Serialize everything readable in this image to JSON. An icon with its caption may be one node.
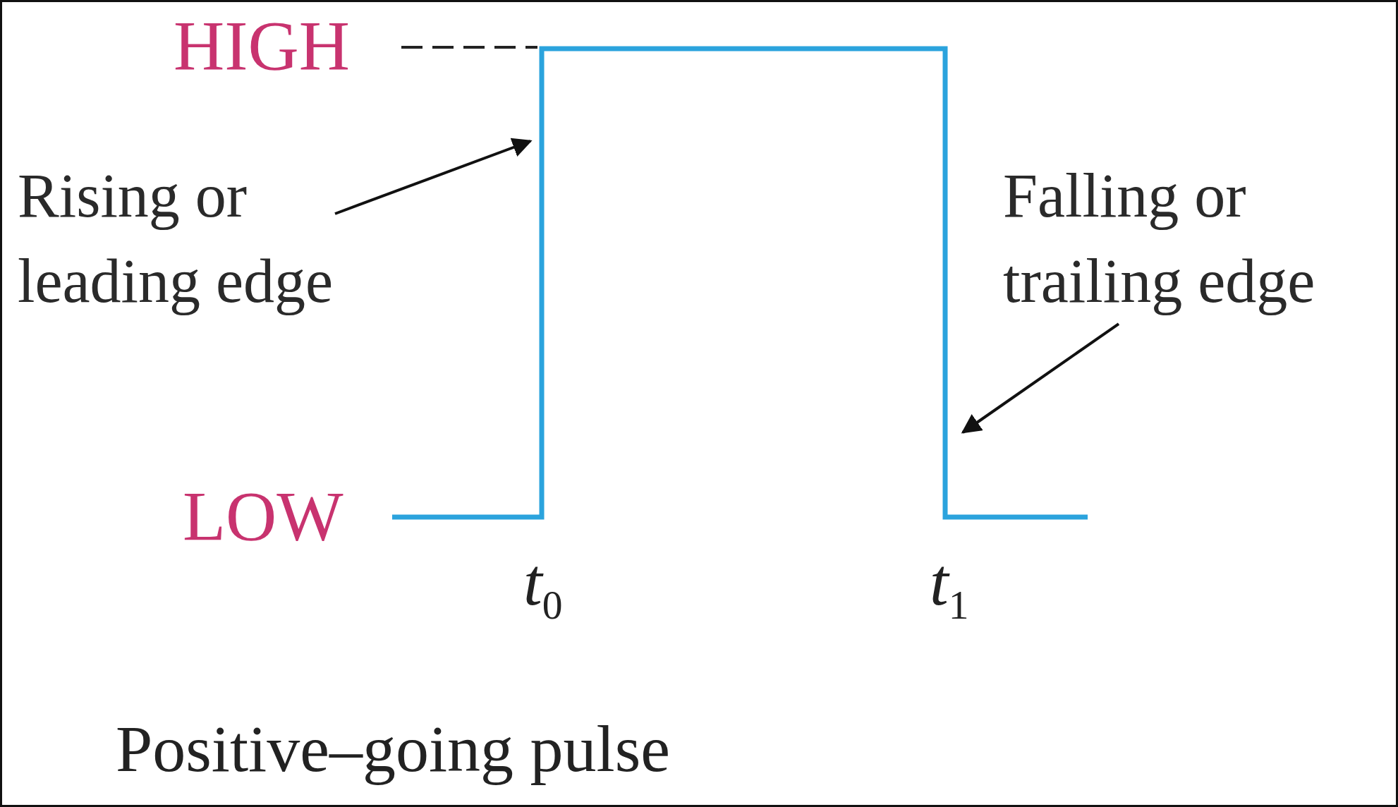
{
  "diagram": {
    "caption": "Positive–going pulse",
    "nodes": [
      {
        "text": [
          "Rising or leading edge"
        ]
      },
      {
        "text": [
          "Falling or trailing edge"
        ]
      }
    ],
    "edges": [
      {
        "from": 0,
        "to": null,
        "arrow": "to"
      },
      {
        "from": 1,
        "to": null,
        "arrow": "to"
      }
    ],
    "labels": [
      "HIGH",
      "LOW",
      "*t*$_{0}$",
      "*t*$_{1}$"
    ]
  }
}
